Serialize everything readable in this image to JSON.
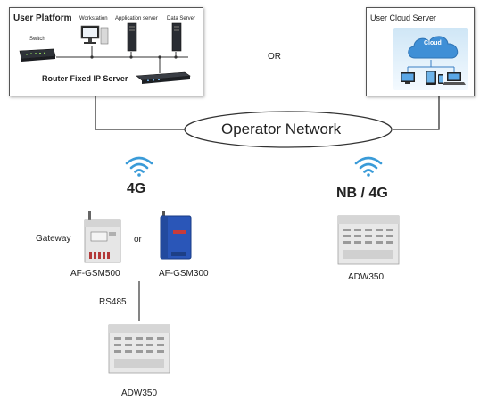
{
  "user_platform": {
    "title": "User Platform",
    "switch_label": "Switch",
    "workstation_label": "Workstation",
    "app_server_label": "Application server",
    "data_server_label": "Data Server",
    "router_label": "Router Fixed IP Server"
  },
  "or_top": "OR",
  "user_cloud": {
    "title": "User Cloud Server",
    "cloud_label": "Cloud"
  },
  "operator_network": "Operator Network",
  "left_branch": {
    "network": "4G",
    "gateway_label": "Gateway",
    "or_label": "or",
    "device1": "AF-GSM500",
    "device2": "AF-GSM300",
    "bus_label": "RS485",
    "meter": "ADW350"
  },
  "right_branch": {
    "network": "NB / 4G",
    "meter": "ADW350"
  },
  "colors": {
    "wifi": "#3a9bd8",
    "cloud": "#3f8fd6",
    "gsm300": "#2a56b8"
  }
}
